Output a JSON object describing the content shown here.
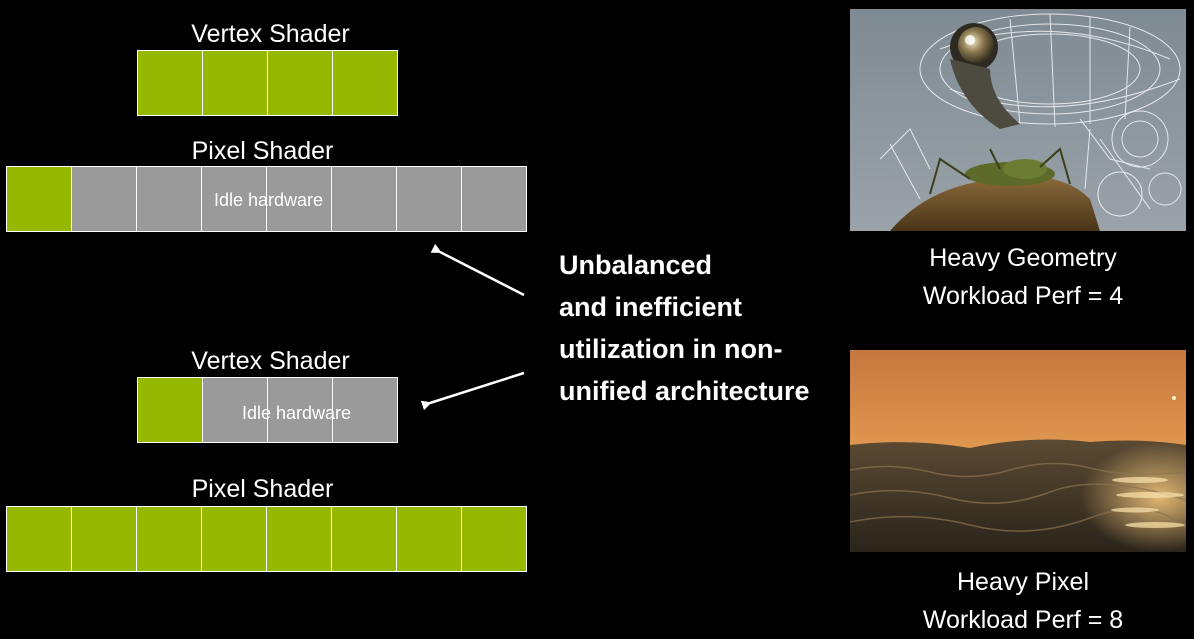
{
  "top_diagram": {
    "vertex_label": "Vertex Shader",
    "vertex_units": [
      "active",
      "active",
      "active",
      "active"
    ],
    "pixel_label": "Pixel Shader",
    "pixel_units": [
      "active",
      "idle",
      "idle",
      "idle",
      "idle",
      "idle",
      "idle",
      "idle"
    ],
    "idle_text": "Idle hardware"
  },
  "bottom_diagram": {
    "vertex_label": "Vertex Shader",
    "vertex_units": [
      "active",
      "idle",
      "idle",
      "idle"
    ],
    "idle_text": "Idle hardware",
    "pixel_label": "Pixel Shader",
    "pixel_units": [
      "active",
      "active",
      "active",
      "active",
      "active",
      "active",
      "active",
      "active"
    ]
  },
  "caption": {
    "lines": [
      "Unbalanced",
      "and inefficient",
      "utilization in non-",
      "unified architecture"
    ]
  },
  "images": {
    "geometry": {
      "line1": "Heavy Geometry",
      "line2": "Workload Perf = 4"
    },
    "pixel": {
      "line1": "Heavy Pixel",
      "line2": "Workload Perf = 8"
    }
  },
  "colors": {
    "active": "#96b800",
    "idle": "#9a9a9a",
    "background": "#000000"
  }
}
